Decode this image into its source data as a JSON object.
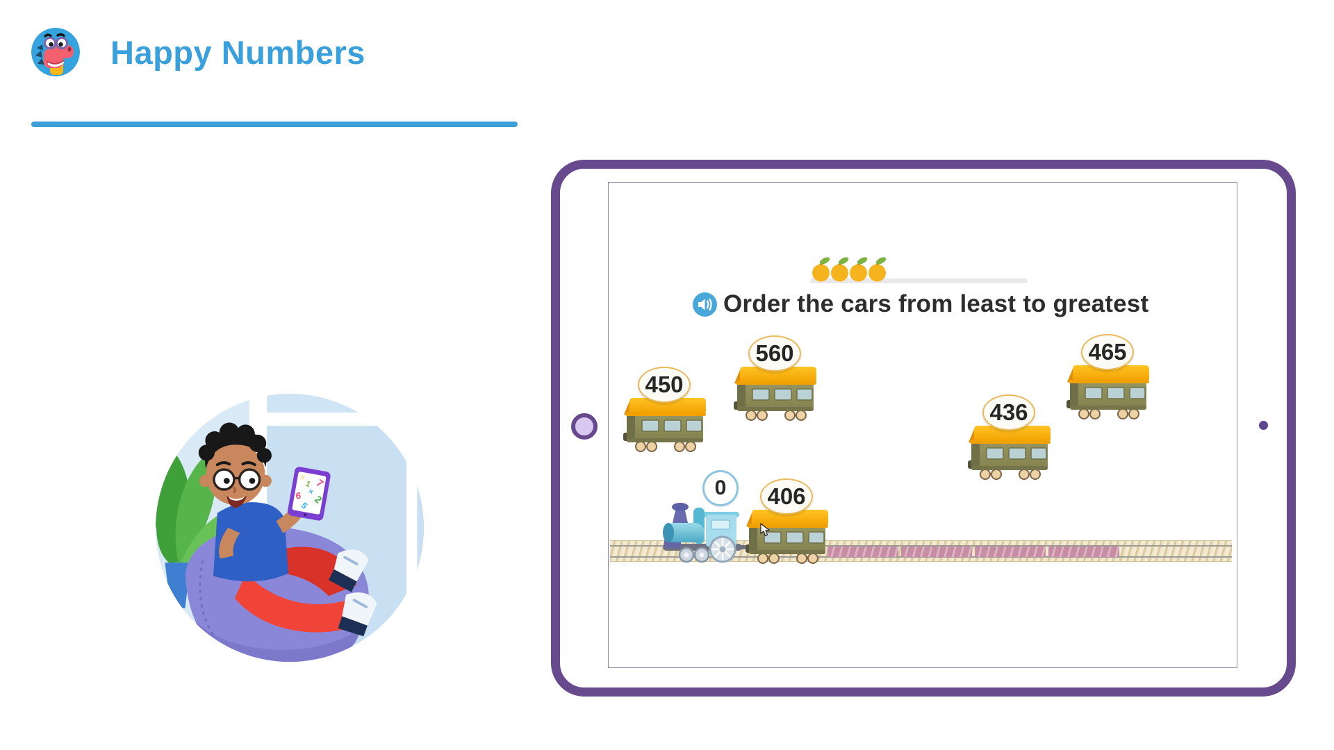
{
  "page": {
    "background": "#ffffff"
  },
  "header": {
    "app_name": "Happy Numbers",
    "logo_icon": "happy-numbers-dino-logo",
    "title_color": "#3aa0dc",
    "underline_color": "#3d9fd8"
  },
  "illustration": {
    "name": "student-with-tablet-illustration"
  },
  "tablet": {
    "frame_color": "#67498e",
    "screen": {
      "progress": {
        "fruits_earned": 4,
        "fruit_icon": "orange-icon",
        "bar_color": "#e9e9e9"
      },
      "instruction": {
        "speaker_icon": "speaker-audio-icon",
        "text": "Order the cars from least to greatest"
      },
      "activity": {
        "engine_badge": "0",
        "draggable_cars": [
          {
            "value": "450"
          },
          {
            "value": "560"
          },
          {
            "value": "436"
          },
          {
            "value": "465"
          }
        ],
        "placed_cars": [
          {
            "value": "406"
          }
        ],
        "drop_slot_count": 4,
        "car_body_color": "#90905e",
        "car_roof_color": "#fdb515",
        "slot_color": "#c68da4"
      }
    }
  }
}
